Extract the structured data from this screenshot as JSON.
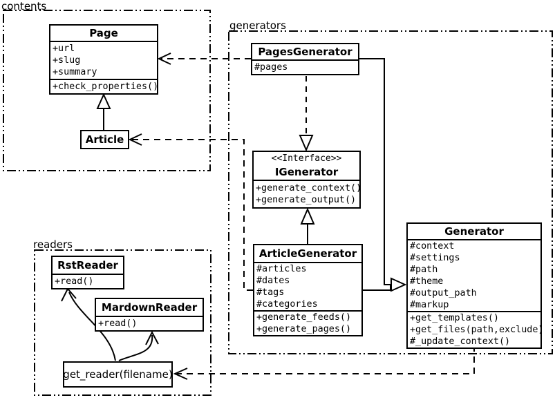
{
  "diagram_title": "pelican-classes-uml",
  "colors": {
    "ink": "#000000",
    "background": "#ffffff"
  },
  "packages": {
    "contents": {
      "label": "contents"
    },
    "generators": {
      "label": "generators"
    },
    "readers": {
      "label": "readers"
    }
  },
  "classes": {
    "page": {
      "title": "Page",
      "attributes": [
        "+url",
        "+slug",
        "+summary"
      ],
      "methods": [
        "+check_properties()"
      ]
    },
    "article": {
      "title": "Article"
    },
    "pages_generator": {
      "title": "PagesGenerator",
      "attributes": [
        "#pages"
      ]
    },
    "igenerator": {
      "stereotype": "<<Interface>>",
      "title": "IGenerator",
      "methods": [
        "+generate_context()",
        "+generate_output()"
      ]
    },
    "article_generator": {
      "title": "ArticleGenerator",
      "attributes": [
        "#articles",
        "#dates",
        "#tags",
        "#categories"
      ],
      "methods": [
        "+generate_feeds()",
        "+generate_pages()"
      ]
    },
    "generator": {
      "title": "Generator",
      "attributes": [
        "#context",
        "#settings",
        "#path",
        "#theme",
        "#output_path",
        "#markup"
      ],
      "methods": [
        "+get_templates()",
        "+get_files(path,exclude)",
        "#_update_context()"
      ]
    },
    "rst_reader": {
      "title": "RstReader",
      "methods": [
        "+read()"
      ]
    },
    "mardown_reader": {
      "title": "MardownReader",
      "methods": [
        "+read()"
      ]
    },
    "get_reader": {
      "label": "get_reader(filename)"
    }
  }
}
